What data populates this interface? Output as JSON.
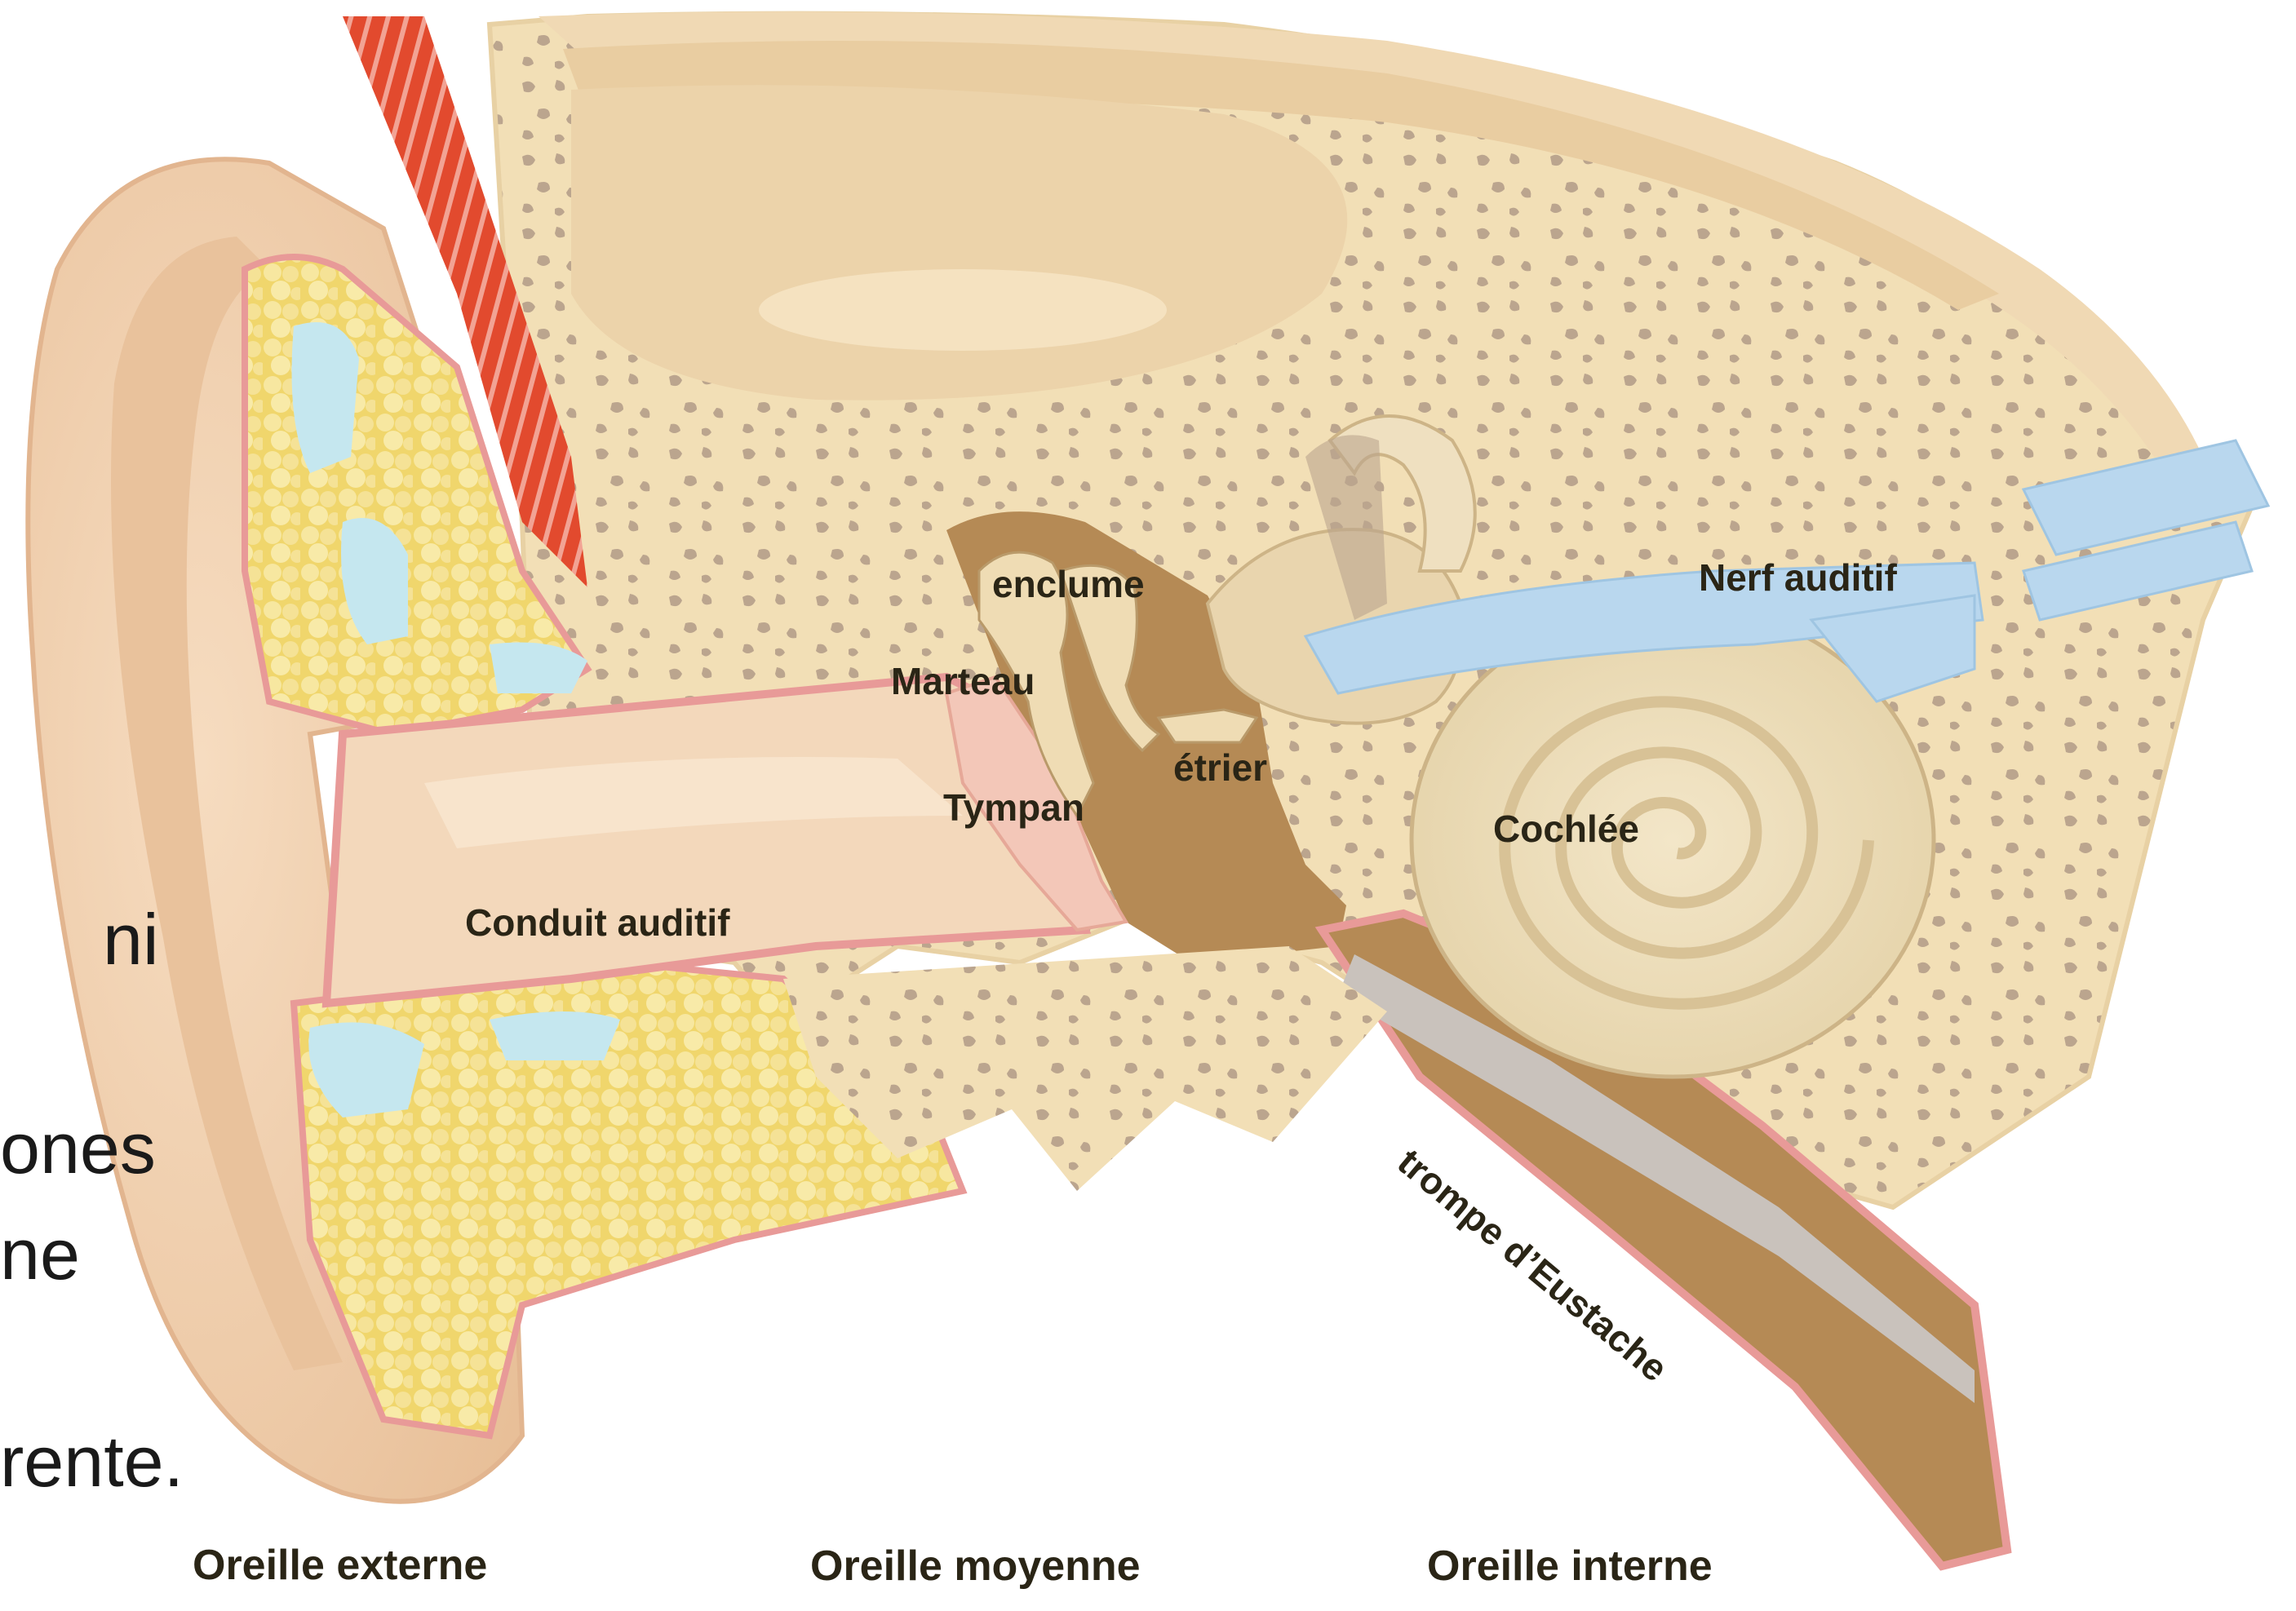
{
  "labels": {
    "enclume": "enclume",
    "marteau": "Marteau",
    "tympan": "Tympan",
    "etrier": "étrier",
    "nerf": "Nerf auditif",
    "cochlee": "Cochlée",
    "conduit": "Conduit auditif",
    "trompe": "trompe d’Eustache"
  },
  "regions": {
    "externe": "Oreille externe",
    "moyenne": "Oreille moyenne",
    "interne": "Oreille interne"
  },
  "background_text": [
    "ni",
    "ones",
    "ne",
    "rente."
  ],
  "colors": {
    "skin": "#f1d0b0",
    "skin_shadow": "#e2b58f",
    "bone": "#f2dfb6",
    "bone_holes": "#bba58e",
    "fat": "#f3e08a",
    "cartilage": "#c5e7ef",
    "muscle": "#e0432b",
    "membrane": "#e89a98",
    "nerve": "#b9d7ee",
    "cavity": "#b58a55",
    "label": "#2a2516"
  }
}
